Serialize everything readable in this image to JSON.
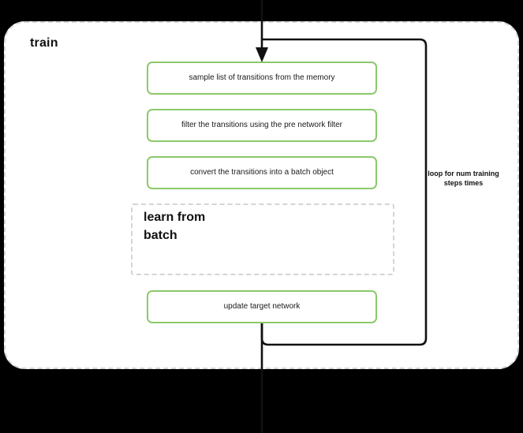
{
  "diagram": {
    "title": "train",
    "background_color": "#000000",
    "surface_color": "#ffffff",
    "accent_color": "#8cc96a",
    "dashed_border_color": "#d5d5d5",
    "connector_color": "#111111",
    "steps": [
      {
        "id": "sample-list",
        "label": "sample list of transitions from the memory",
        "style": "green-box"
      },
      {
        "id": "filter-transitions",
        "label": "filter the transitions using the pre network filter",
        "style": "green-box"
      },
      {
        "id": "convert-batch",
        "label": "convert the transitions into a batch object",
        "style": "green-box"
      },
      {
        "id": "update-target",
        "label": "update target network",
        "style": "green-box"
      }
    ],
    "group": {
      "id": "learn-from-batch",
      "label": "learn from batch",
      "style": "dashed-group"
    },
    "loop": {
      "label": "loop for num training steps times"
    }
  }
}
